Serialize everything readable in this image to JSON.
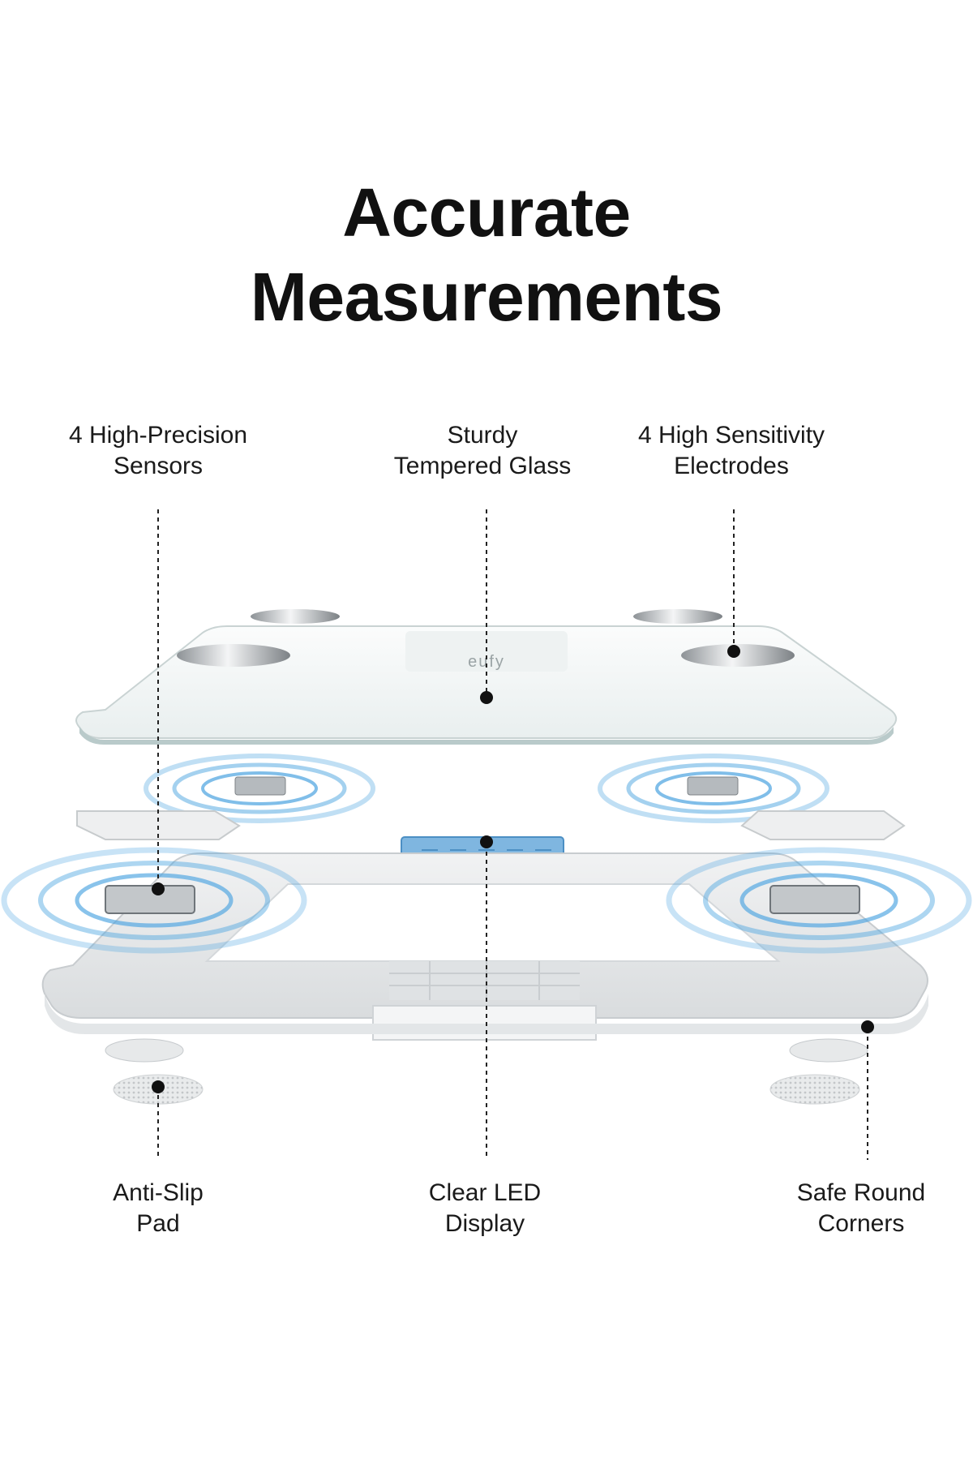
{
  "title": {
    "line1": "Accurate",
    "line2": "Measurements"
  },
  "labels": {
    "sensors": {
      "line1": "4 High-Precision",
      "line2": "Sensors"
    },
    "glass": {
      "line1": "Sturdy",
      "line2": "Tempered Glass"
    },
    "electrodes": {
      "line1": "4 High Sensitivity",
      "line2": "Electrodes"
    },
    "pad": {
      "line1": "Anti-Slip",
      "line2": "Pad"
    },
    "display": {
      "line1": "Clear LED",
      "line2": "Display"
    },
    "corners": {
      "line1": "Safe Round",
      "line2": "Corners"
    }
  },
  "brand": "eufy",
  "colors": {
    "signal_blue": "#4aa3e0",
    "led_blue": "#7fb6e0",
    "frame": "#e6e8ea",
    "glass": "#f3f6f6"
  }
}
